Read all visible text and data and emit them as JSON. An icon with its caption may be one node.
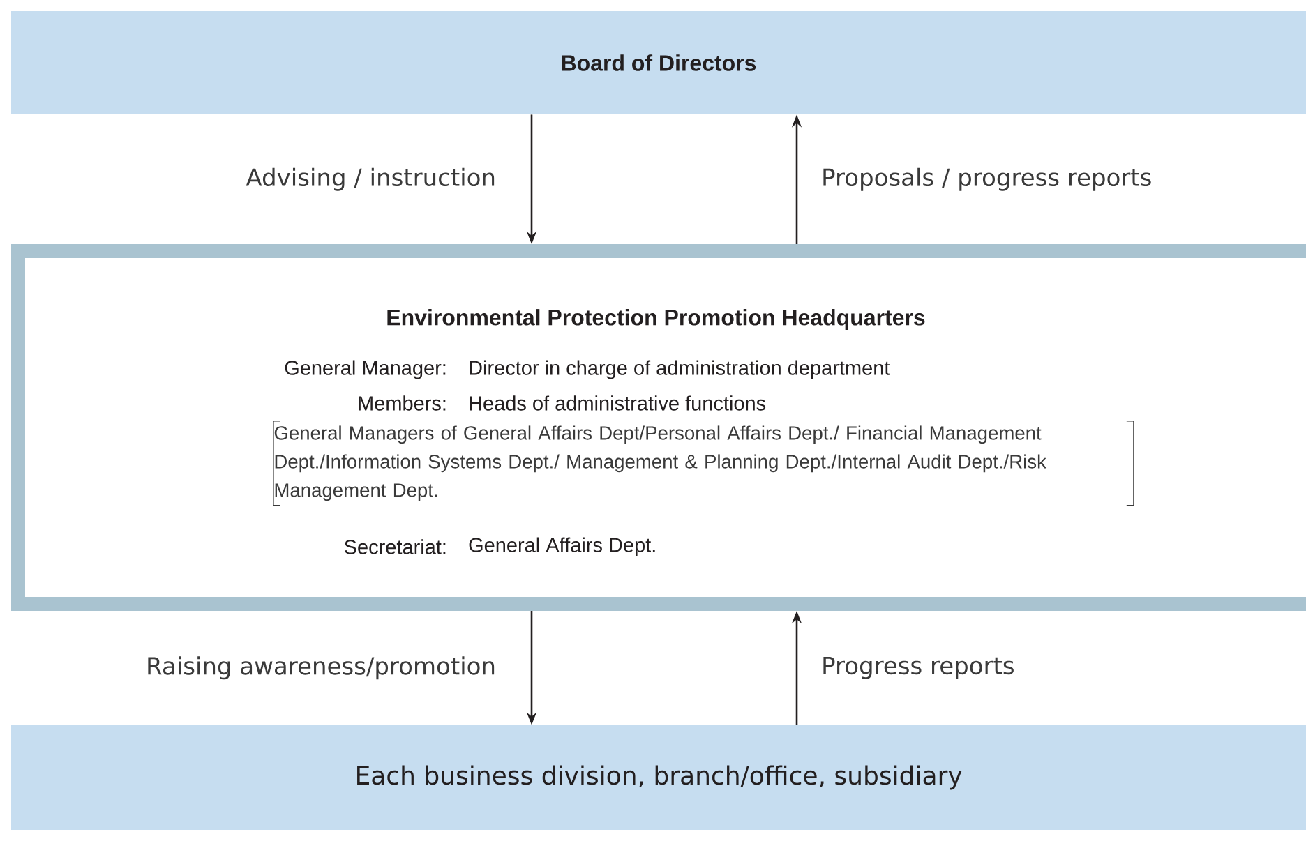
{
  "diagram": {
    "nodes": [
      {
        "text": [
          "Board of Directors"
        ]
      },
      {
        "text": [
          "Environmental Protection Promotion Headquarters",
          "General Manager:",
          "Director in charge of administration department",
          "Members:",
          "Heads of administrative functions",
          "General Managers of General Affairs Dept/Personal Affairs Dept./ Financial Management Dept./Information Systems Dept./ Management & Planning Dept./Internal Audit Dept./Risk Management Dept.",
          "Secretariat:",
          "General Affairs Dept."
        ]
      },
      {
        "text": [
          "Each business division, branch/office, subsidiary"
        ]
      }
    ],
    "edges": [
      {
        "from": 0,
        "to": 1,
        "arrow": "to",
        "label": "Advising / instruction"
      },
      {
        "from": 1,
        "to": 0,
        "arrow": "to",
        "label": "Proposals / progress reports"
      },
      {
        "from": 1,
        "to": 2,
        "arrow": "to",
        "label": "Raising awareness/promotion"
      },
      {
        "from": 2,
        "to": 1,
        "arrow": "to",
        "label": "Progress reports"
      }
    ]
  }
}
